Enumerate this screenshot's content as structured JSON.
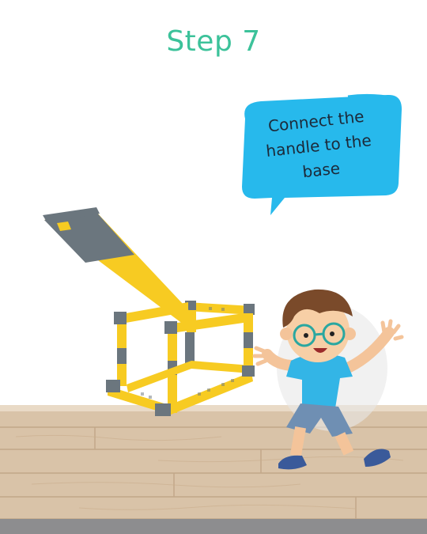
{
  "title": "Step 7",
  "speech_bubble": {
    "line1": "Connect the",
    "line2": "handle to the",
    "line3": "base"
  },
  "colors": {
    "title": "#3cc29a",
    "bubble": "#27b9ec",
    "frame_yellow": "#f7cb22",
    "frame_gray": "#6b767e",
    "floor": "#d9c3a8",
    "shirt": "#33b5e6",
    "shorts": "#6f8fb3"
  }
}
